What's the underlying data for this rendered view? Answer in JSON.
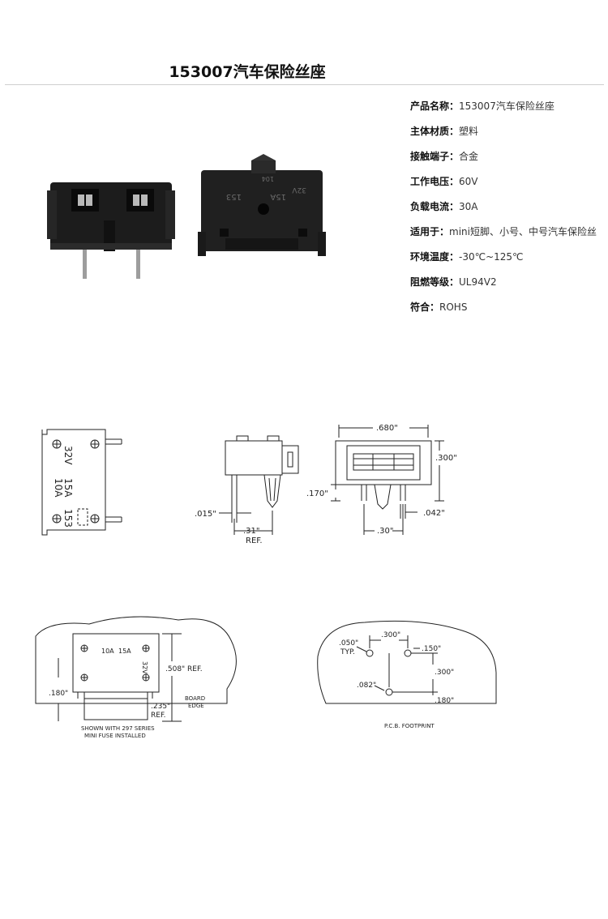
{
  "title": "153007汽车保险丝座",
  "specs": [
    {
      "key": "产品名称：",
      "value": "153007汽车保险丝座"
    },
    {
      "key": "主体材质：",
      "value": "塑料"
    },
    {
      "key": "接触端子：",
      "value": "合金"
    },
    {
      "key": "工作电压：",
      "value": "60V"
    },
    {
      "key": "负载电流：",
      "value": "30A"
    },
    {
      "key": "适用于：",
      "value": "mini短脚、小号、中号汽车保险丝"
    },
    {
      "key": "环境温度：",
      "value": "-30℃~125℃"
    },
    {
      "key": "阻燃等级：",
      "value": "UL94V2"
    },
    {
      "key": "符合：",
      "value": "ROHS"
    }
  ],
  "photo": {
    "marking_1": "32V",
    "marking_2": "15A",
    "marking_3": "153",
    "marking_4": "104"
  },
  "drawing_top": {
    "mark_32v": "32V",
    "mark_15a": "15A",
    "mark_10a": "10A",
    "mark_153": "153",
    "dim_015": ".015\"",
    "dim_31": ".31\"",
    "ref": "REF.",
    "dim_680": ".680\"",
    "dim_300_h": ".300\"",
    "dim_170": ".170\"",
    "dim_30": ".30\"",
    "dim_042": ".042\""
  },
  "drawing_bottom": {
    "mark_10a": "10A",
    "mark_15a": "15A",
    "mark_32v": "32V",
    "dim_508": ".508\" REF.",
    "dim_180_left": ".180\"",
    "dim_235": ".235\"",
    "ref": "REF.",
    "board": "BOARD",
    "edge": "EDGE",
    "shown_1": "SHOWN WITH 297 SERIES",
    "shown_2": "MINI  FUSE INSTALLED",
    "dim_050": ".050\"",
    "typ": "TYP.",
    "dim_300_top": ".300\"",
    "dim_150": ".150\"",
    "dim_300_side": ".300\"",
    "dim_082": ".082\"",
    "dim_180_right": ".180\"",
    "pcb": "P.C.B. FOOTPRINT"
  }
}
